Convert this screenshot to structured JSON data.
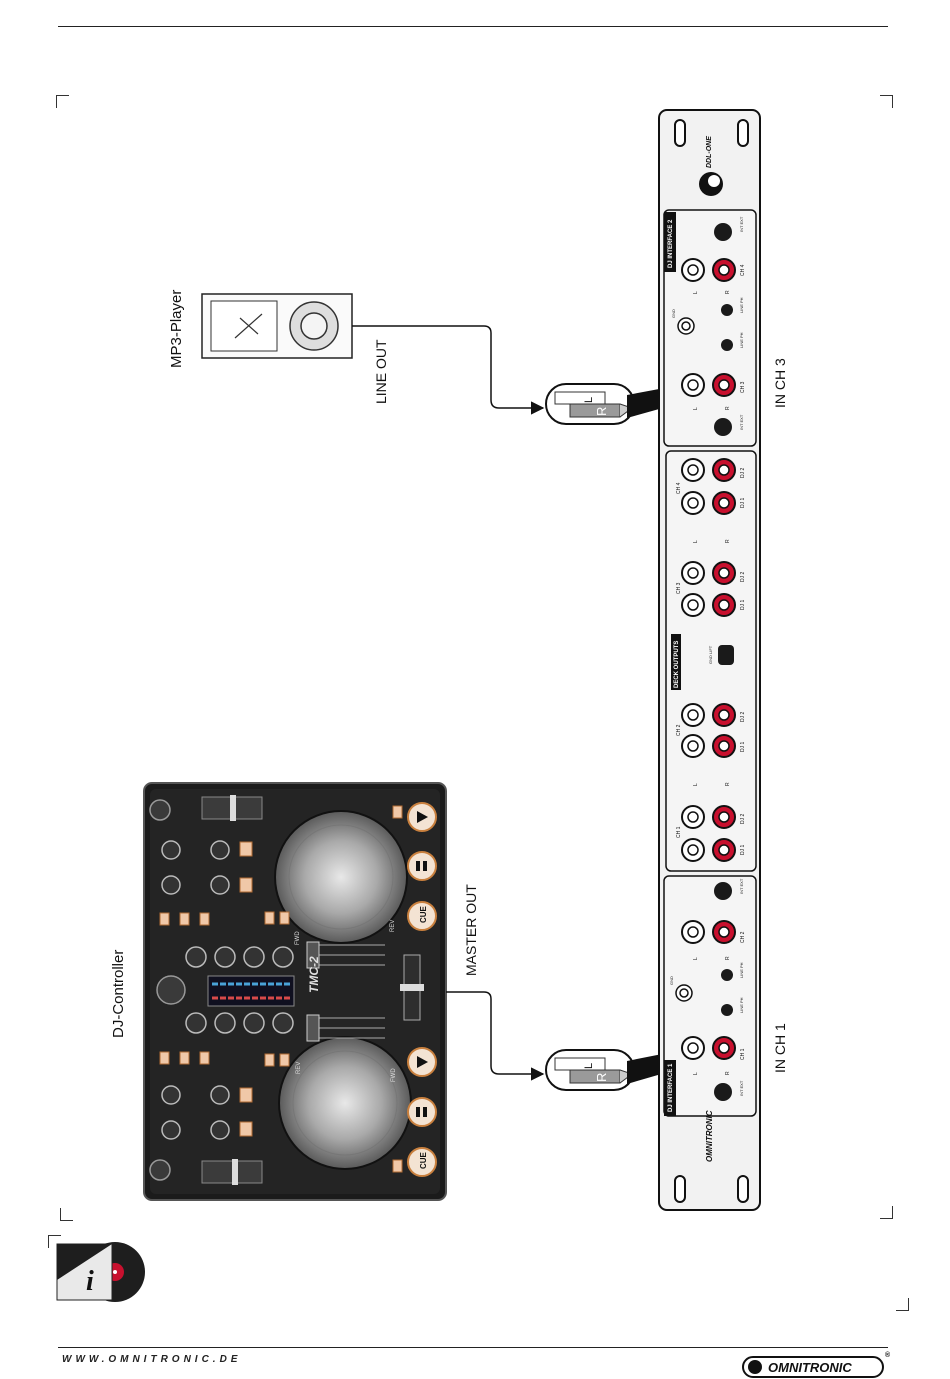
{
  "labels": {
    "mp3_player": "MP3-Player",
    "line_out": "LINE OUT",
    "dj_controller": "DJ-Controller",
    "master_out": "MASTER OUT",
    "in_ch3": "IN CH 3",
    "in_ch1": "IN CH 1"
  },
  "rack": {
    "model": "DDL-ONE",
    "brand": "OMNITRONIC",
    "interface_2": "DJ INTERFACE 2",
    "interface_1": "DJ INTERFACE 1",
    "deck_outputs": "DECK OUTPUTS",
    "gnd_lift": "GND LIFT",
    "gnd": "GND",
    "ch4": "CH 4",
    "ch3": "CH 3",
    "ch2": "CH 2",
    "ch1": "CH 1",
    "dj1": "DJ 1",
    "dj2": "DJ 2",
    "l": "L",
    "r": "R",
    "int_ext": "INT EXT",
    "line_phono": "LINE PH"
  },
  "controller": {
    "model": "TMC-2",
    "cue": "CUE",
    "fwd": "FWD",
    "rev": "REV"
  },
  "plug": {
    "l": "L",
    "r": "R"
  },
  "footer": {
    "url": "WWW.OMNITRONIC.DE",
    "brand": "OMNITRONIC",
    "reg": "®"
  },
  "colors": {
    "rca_red": "#c8102e",
    "panel": "#f2f2f2",
    "controller_body": "#1b1b1b",
    "info_red": "#c8102e"
  }
}
